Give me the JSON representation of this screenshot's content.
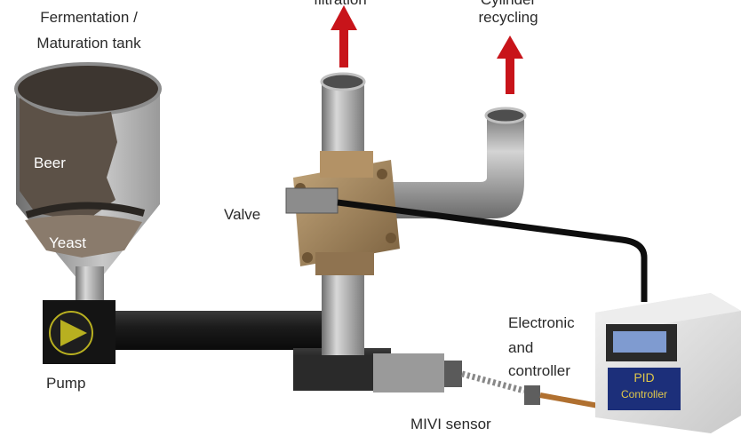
{
  "labels": {
    "tank_line1": "Fermentation /",
    "tank_line2": "Maturation tank",
    "filtration": "filtration",
    "recycling_line1": "Cylinder",
    "recycling_line2": "recycling",
    "beer": "Beer",
    "yeast": "Yeast",
    "valve": "Valve",
    "pump": "Pump",
    "electronic_line1": "Electronic",
    "electronic_line2": "and",
    "electronic_line3": "controller",
    "mivi_sensor": "MIVI sensor",
    "pid_line1": "PID",
    "pid_line2": "Controller"
  },
  "colors": {
    "arrow": "#c8141a",
    "steel": "#9a9a9a",
    "valve_brass": "#a08258",
    "beer": "#5c5147",
    "yeast": "#8a7b6c",
    "pump_arrow": "#b8b020",
    "pid_panel": "#1c2f7a"
  }
}
